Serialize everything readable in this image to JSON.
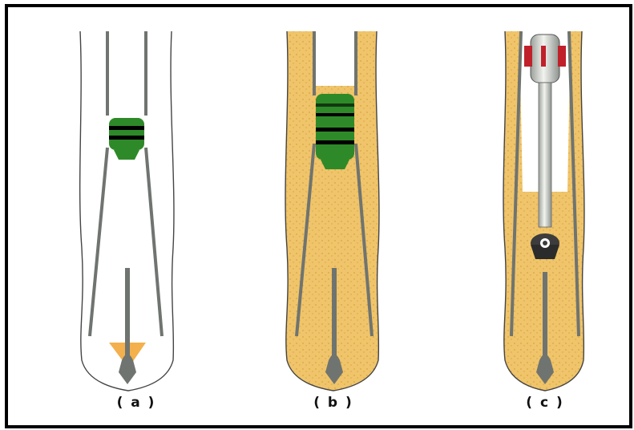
{
  "panels": [
    {
      "id": "a",
      "label": "( a )",
      "fill": "none"
    },
    {
      "id": "b",
      "label": "( b )",
      "fill": "sand"
    },
    {
      "id": "c",
      "label": "( c )",
      "fill": "sand"
    }
  ],
  "colors": {
    "sand": "#f0c46a",
    "sand_dots": "#c9962f",
    "rod_gray": "#6f7470",
    "packer_green": "#2e8a28",
    "band_black": "#000000",
    "cone_orange": "#f3b04c",
    "bore_outline": "#444444",
    "tool_silver": "#d9dcd6",
    "tool_red": "#c0202a"
  },
  "icons": {
    "drill_tool": "drill-string-icon",
    "packer": "packer-icon",
    "anchor": "anchor-rod-icon"
  }
}
